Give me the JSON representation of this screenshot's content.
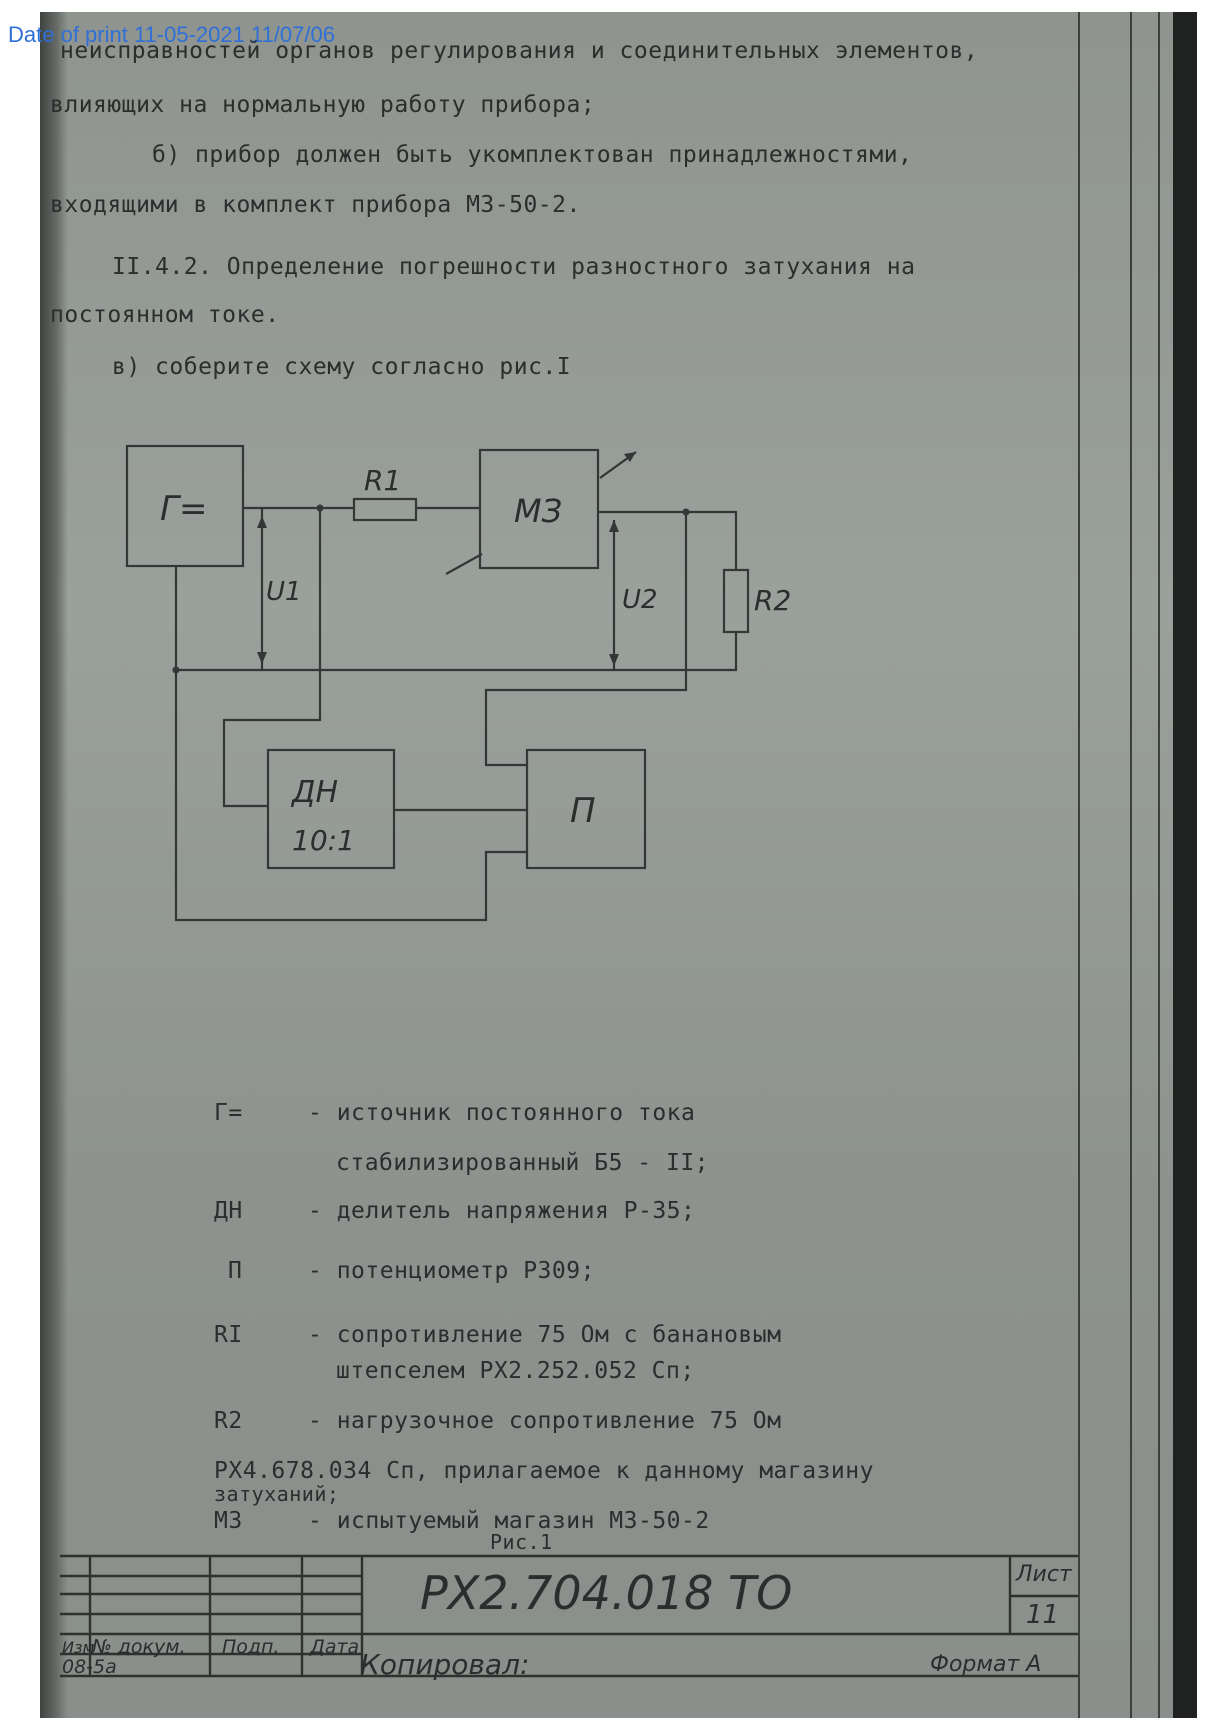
{
  "print_stamp": "Date of print 11-05-2021 11/07/06",
  "body_lines": [
    "неисправностей органов регулирования и соединительных элементов,",
    "влияющих на нормальную работу прибора;",
    "б) прибор  должен быть укомплектован принадлежностями,",
    "входящими в комплект прибора МЗ-50-2.",
    "II.4.2. Определение погрешности разностного затухания на",
    "постоянном токе.",
    "в) соберите схему согласно рис.I"
  ],
  "diagram": {
    "source_label": "Г=",
    "r1_label": "R1",
    "mz_label": "МЗ",
    "u1_label": "U1",
    "u2_label": "U2",
    "r2_label": "R2",
    "dn_label_1": "ДН",
    "dn_label_2": "10:1",
    "p_label": "П"
  },
  "legend": [
    {
      "sym": "Г=",
      "text": "- источник постоянного тока"
    },
    {
      "sym": "",
      "text": "стабилизированный Б5 - II;"
    },
    {
      "sym": "ДН",
      "text": "- делитель напряжения Р-35;"
    },
    {
      "sym": "П",
      "text": "- потенциометр Р309;"
    },
    {
      "sym": "RI",
      "text": "- сопротивление 75 Ом с банановым"
    },
    {
      "sym": "",
      "text": "штепселем РХ2.252.052 Сп;"
    },
    {
      "sym": "R2",
      "text": "- нагрузочное сопротивление 75 Ом"
    },
    {
      "sym": "",
      "text": "РХ4.678.034 Сп, прилагаемое к данному магазину"
    },
    {
      "sym": "",
      "text": "затуханий;"
    },
    {
      "sym": "МЗ",
      "text": "- испытуемый магазин МЗ-50-2"
    }
  ],
  "figure_caption": "Рис.1",
  "title_block": {
    "doc_number": "РХ2.704.018 ТО",
    "sheet_label": "Лист",
    "sheet_number": "11",
    "col_izm": "Изм",
    "col_doc": "№ докум.",
    "col_sign": "Подп.",
    "col_date": "Дата",
    "inv_no": "08-5а",
    "copied": "Копировал:",
    "format": "Формат А"
  }
}
